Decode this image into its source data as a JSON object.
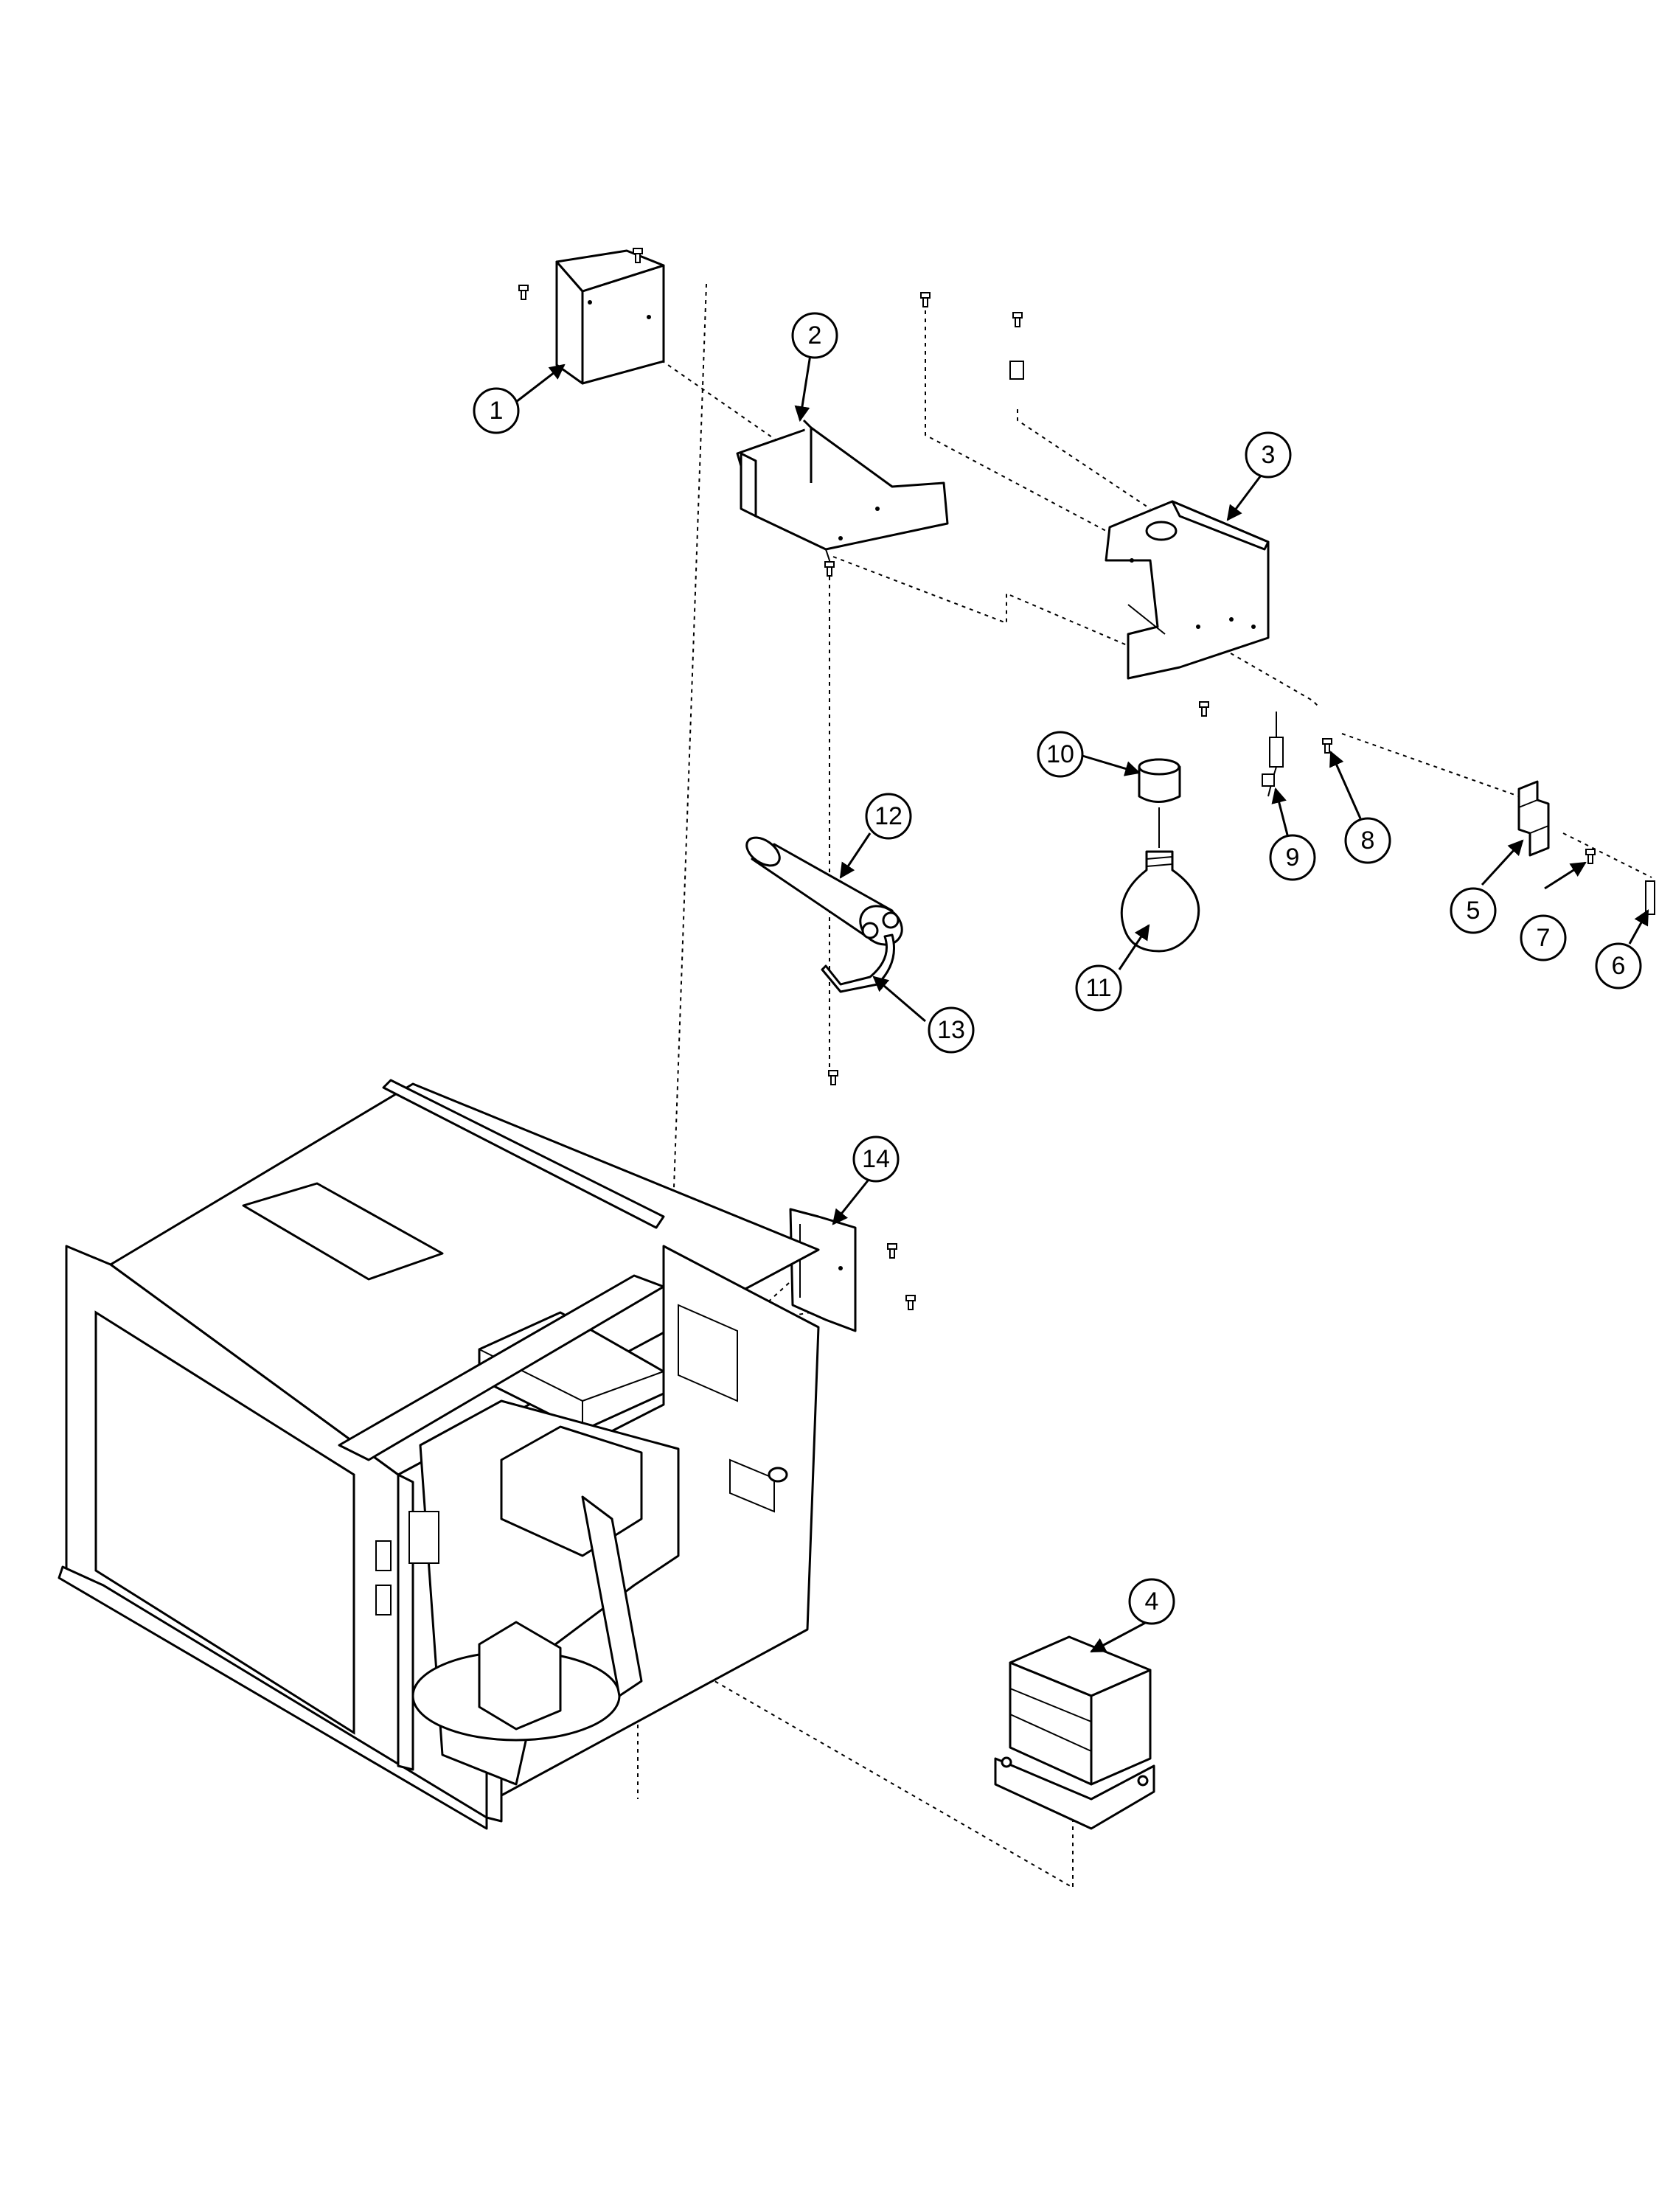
{
  "callouts": [
    {
      "id": "1",
      "name": "bracket",
      "label": "1"
    },
    {
      "id": "2",
      "name": "top-plate",
      "label": "2"
    },
    {
      "id": "3",
      "name": "lamp-housing",
      "label": "3"
    },
    {
      "id": "4",
      "name": "transformer",
      "label": "4"
    },
    {
      "id": "5",
      "name": "clip",
      "label": "5"
    },
    {
      "id": "6",
      "name": "pin",
      "label": "6"
    },
    {
      "id": "7",
      "name": "screw-small",
      "label": "7"
    },
    {
      "id": "8",
      "name": "screw",
      "label": "8"
    },
    {
      "id": "9",
      "name": "diode",
      "label": "9"
    },
    {
      "id": "10",
      "name": "lamp-socket",
      "label": "10"
    },
    {
      "id": "11",
      "name": "lamp-bulb",
      "label": "11"
    },
    {
      "id": "12",
      "name": "capacitor",
      "label": "12"
    },
    {
      "id": "13",
      "name": "capacitor-strap",
      "label": "13"
    },
    {
      "id": "14",
      "name": "side-cover",
      "label": "14"
    }
  ]
}
